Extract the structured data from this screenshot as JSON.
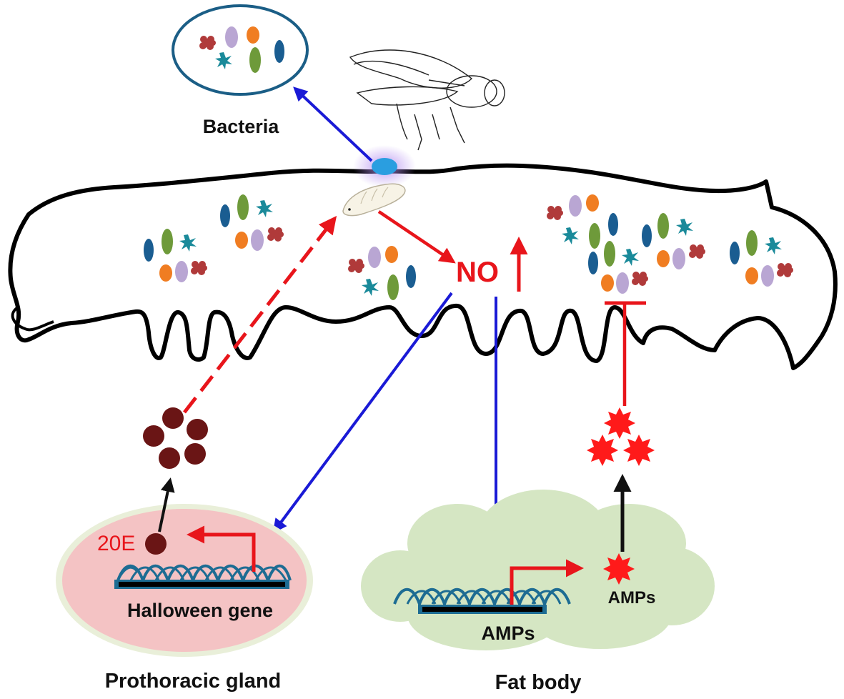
{
  "labels": {
    "bacteria": "Bacteria",
    "no": "NO",
    "twenty_e": "20E",
    "halloween_gene": "Halloween gene",
    "prothoracic_gland": "Prothoracic gland",
    "amps_fat_body": "AMPs",
    "amps_secreted": "AMPs",
    "fat_body": "Fat body"
  },
  "colors": {
    "outline": "#000000",
    "red_arrow": "#e8151b",
    "blue_arrow": "#1a1ad6",
    "black_arrow": "#111111",
    "bacteria_ring": "#1b5e86",
    "gland_fill": "#f4c3c4",
    "gland_rim": "#e9efd9",
    "fat_body_fill": "#d5e6c3",
    "dna_strand": "#1d6c93",
    "hormone": "#6a1515",
    "amp_star": "#ff1a1a",
    "wasp_spot": "#2a9ee0",
    "microbe_red": "#b03a3a",
    "microbe_purple": "#b9a6d3",
    "microbe_orange": "#f07d22",
    "microbe_blue": "#1a5d91",
    "microbe_green": "#6e9a3a",
    "microbe_teal": "#1a8a9a"
  },
  "icons": {
    "fly": "parasitoid-fly-icon",
    "larva": "fly-larva-icon",
    "up_arrow": "increase-arrow-icon",
    "inhibition": "inhibition-bar-icon",
    "hormone": "hormone-dot-icon",
    "amp": "amp-star-icon"
  }
}
